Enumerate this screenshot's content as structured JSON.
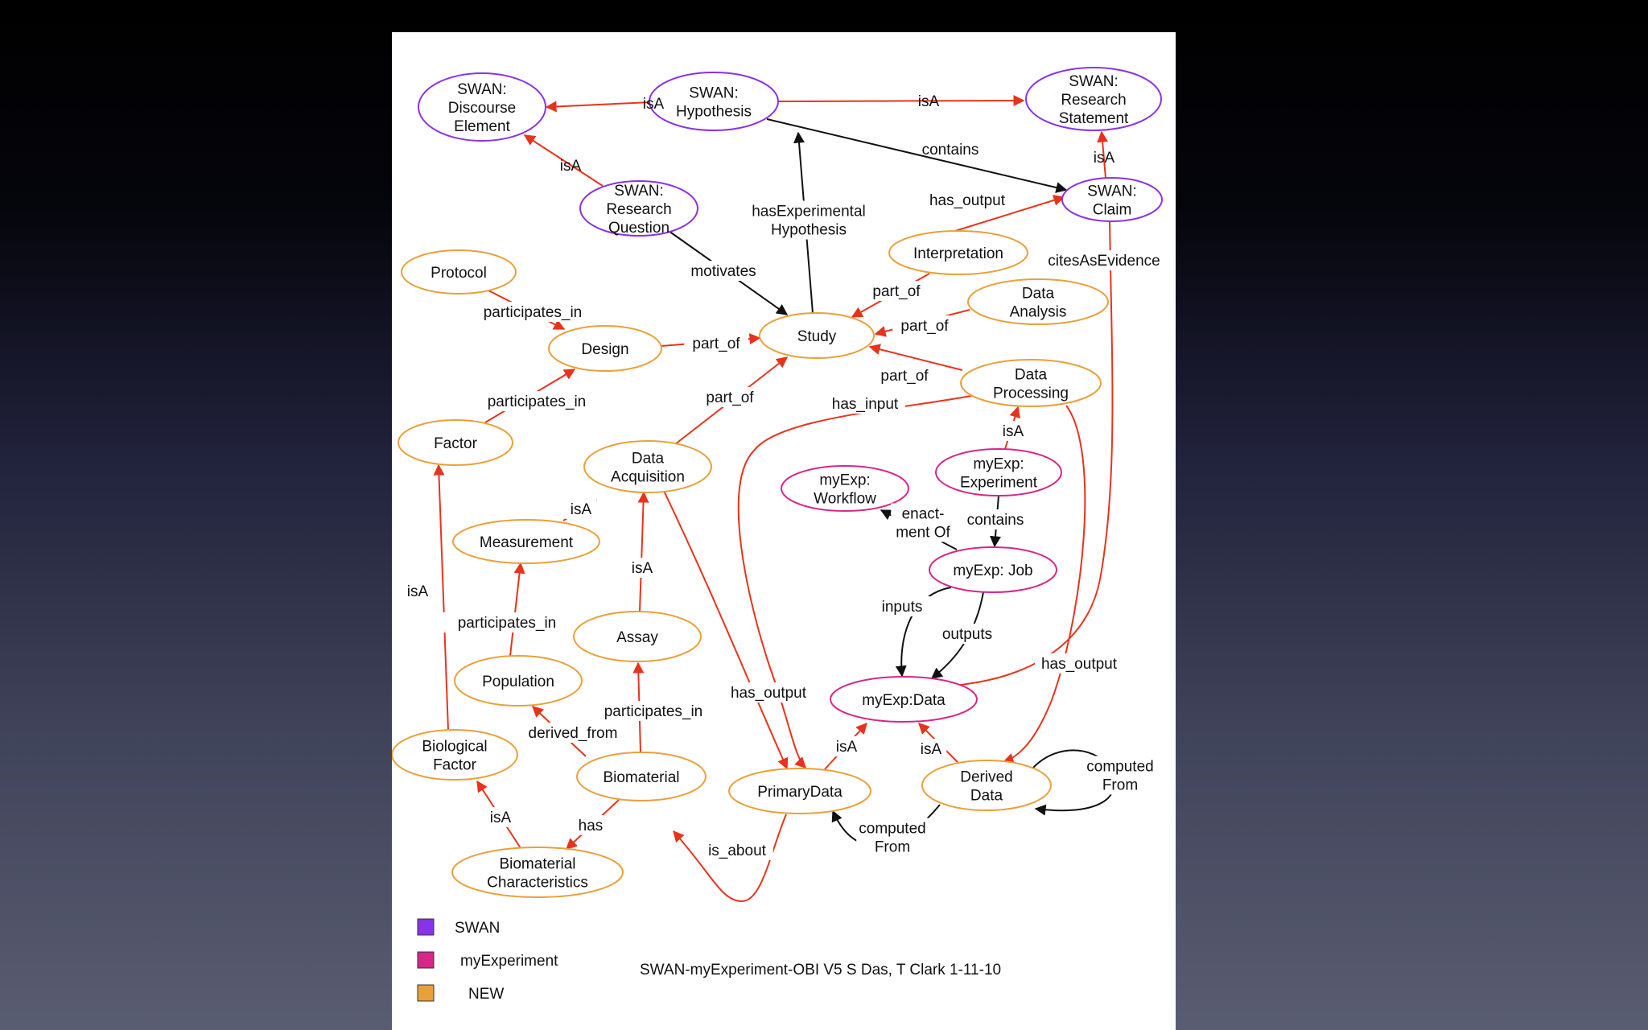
{
  "colors": {
    "swan": "#8a32e6",
    "myexp": "#d6268a",
    "new": "#e8a13a",
    "edge_red": "#e8331c",
    "edge_black": "#111111"
  },
  "nodes": {
    "swan_discourse": [
      "SWAN:",
      "Discourse",
      "Element"
    ],
    "swan_hypothesis": [
      "SWAN:",
      "Hypothesis"
    ],
    "swan_research_statement": [
      "SWAN:",
      "Research",
      "Statement"
    ],
    "swan_research_question": [
      "SWAN:",
      "Research",
      "Question"
    ],
    "swan_claim": [
      "SWAN:",
      "Claim"
    ],
    "interpretation": [
      "Interpretation"
    ],
    "protocol": [
      "Protocol"
    ],
    "data_analysis": [
      "Data",
      "Analysis"
    ],
    "design": [
      "Design"
    ],
    "study": [
      "Study"
    ],
    "data_processing": [
      "Data",
      "Processing"
    ],
    "factor": [
      "Factor"
    ],
    "data_acquisition": [
      "Data",
      "Acquisition"
    ],
    "myexp_experiment": [
      "myExp:",
      "Experiment"
    ],
    "myexp_workflow": [
      "myExp:",
      "Workflow"
    ],
    "measurement": [
      "Measurement"
    ],
    "myexp_job": [
      "myExp: Job"
    ],
    "assay": [
      "Assay"
    ],
    "population": [
      "Population"
    ],
    "myexp_data": [
      "myExp:Data"
    ],
    "biological_factor": [
      "Biological",
      "Factor"
    ],
    "biomaterial": [
      "Biomaterial"
    ],
    "primary_data": [
      "PrimaryData"
    ],
    "derived_data": [
      "Derived",
      "Data"
    ],
    "biomaterial_characteristics": [
      "Biomaterial",
      "Characteristics"
    ]
  },
  "edges": {
    "hyp_isa_discourse": [
      "isA"
    ],
    "hyp_isa_statement": [
      "isA"
    ],
    "question_isa_discourse": [
      "isA"
    ],
    "hyp_contains_claim": [
      "contains"
    ],
    "claim_isa_statement": [
      "isA"
    ],
    "interp_has_output_claim": [
      "has_output"
    ],
    "study_has_exp_hyp": [
      "hasExperimental",
      "Hypothesis"
    ],
    "question_motivates_study": [
      "motivates"
    ],
    "claim_cites_as_evidence": [
      "citesAsEvidence"
    ],
    "interp_part_of_study": [
      "part_of"
    ],
    "protocol_participates_design": [
      "participates_in"
    ],
    "analysis_part_of_study": [
      "part_of"
    ],
    "design_part_of_study": [
      "part_of"
    ],
    "processing_part_of_study": [
      "part_of"
    ],
    "factor_participates_design": [
      "participates_in"
    ],
    "acquisition_part_of_study": [
      "part_of"
    ],
    "processing_has_input": [
      "has_input"
    ],
    "experiment_isa_processing": [
      "isA"
    ],
    "measurement_isa_acquisition": [
      "isA"
    ],
    "job_enactment_of_workflow": [
      "enact-",
      "ment Of"
    ],
    "experiment_contains_job": [
      "contains"
    ],
    "biofactor_isa_factor": [
      "isA"
    ],
    "assay_isa_acquisition": [
      "isA"
    ],
    "population_participates_measurement": [
      "participates_in"
    ],
    "job_inputs": [
      "inputs"
    ],
    "job_outputs": [
      "outputs"
    ],
    "processing_has_output_derived": [
      "has_output"
    ],
    "acquisition_has_output_primary": [
      "has_output"
    ],
    "biomaterial_participates_assay": [
      "participates_in"
    ],
    "biomaterial_derived_from_population": [
      "derived_from"
    ],
    "primary_isa_mydata": [
      "isA"
    ],
    "derived_isa_mydata": [
      "isA"
    ],
    "derived_computed_from_self": [
      "computed",
      "From"
    ],
    "characteristics_isa_biofactor": [
      "isA"
    ],
    "biomaterial_has_characteristics": [
      "has"
    ],
    "primary_is_about_biomaterial": [
      "is_about"
    ],
    "derived_computed_from_primary": [
      "computed",
      "From"
    ]
  },
  "legend": [
    {
      "label": "SWAN",
      "color": "#8a32e6"
    },
    {
      "label": "myExperiment",
      "color": "#d6268a"
    },
    {
      "label": "NEW",
      "color": "#e8a13a"
    }
  ],
  "caption": "SWAN-myExperiment-OBI V5 S Das, T Clark  1-11-10"
}
